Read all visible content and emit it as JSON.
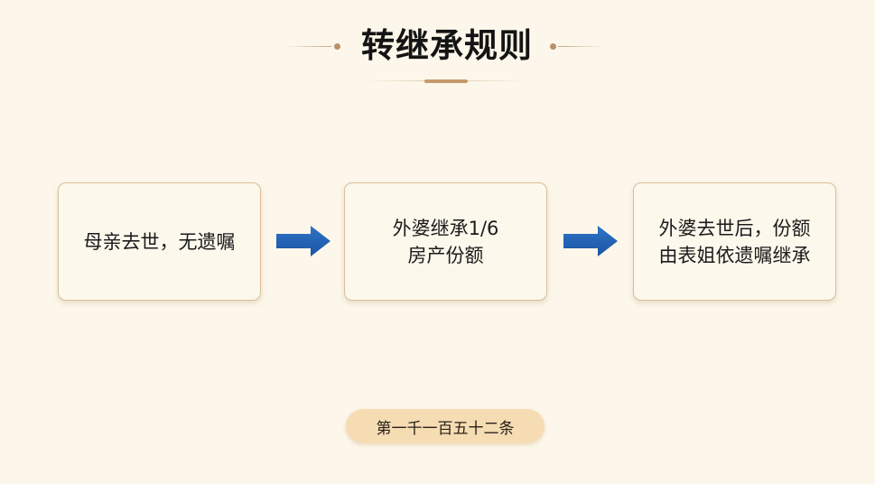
{
  "header": {
    "title": "转继承规则"
  },
  "flow": {
    "steps": [
      {
        "text": "母亲去世，无遗嘱"
      },
      {
        "text": "外婆继承1/6\n房产份额"
      },
      {
        "text": "外婆去世后，份额\n由表姐依遗嘱继承"
      }
    ]
  },
  "footer": {
    "badge": "第一千一百五十二条"
  },
  "colors": {
    "background": "#fcf7ea",
    "box_border": "#d9bd98",
    "arrow": "#1f5fb0",
    "accent": "#c79a6b",
    "badge_bg": "#f5dcb3"
  },
  "icons": {
    "arrow": "arrow-right-icon"
  }
}
